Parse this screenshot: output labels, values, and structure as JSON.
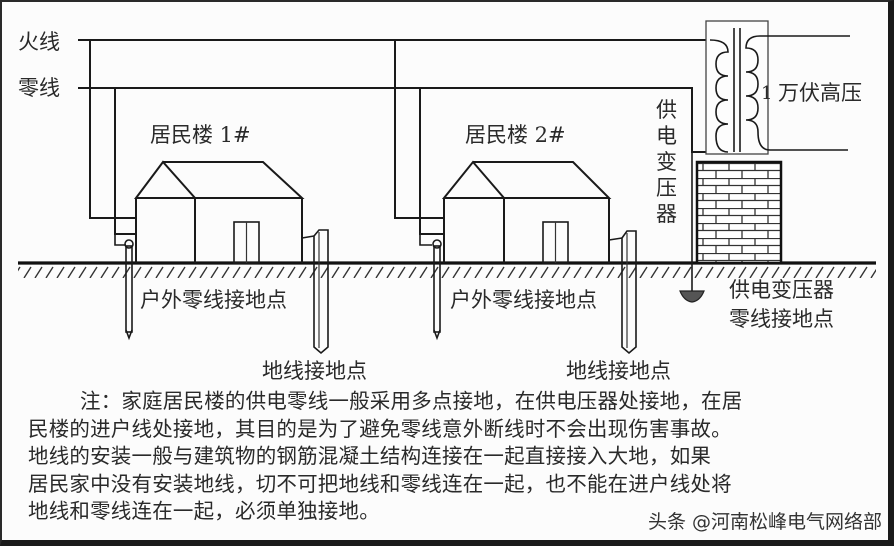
{
  "diagram": {
    "type": "electrical grounding schematic",
    "wires": {
      "live_label": "火线",
      "neutral_label": "零线"
    },
    "buildings": [
      {
        "label": "居民楼 1#"
      },
      {
        "label": "居民楼 2#"
      }
    ],
    "ground_labels": {
      "outdoor_neutral_ground": "户外零线接地点",
      "earth_ground": "地线接地点"
    },
    "transformer": {
      "vertical_label": [
        "供",
        "电",
        "变",
        "压",
        "器"
      ],
      "hv_label_number": "1",
      "hv_label_text": "万伏高压",
      "neutral_ground_label_line1": "供电变压器",
      "neutral_ground_label_line2": "零线接地点"
    },
    "note": {
      "lines": [
        "注：家庭居民楼的供电零线一般采用多点接地，在供电压器处接地，在居",
        "民楼的进户线处接地，其目的是为了避免零线意外断线时不会出现伤害事故。",
        "地线的安装一般与建筑物的钢筋混凝土结构连接在一起直接接入大地，如果",
        "居民家中没有安装地线，切不可把地线和零线连在一起，也不能在进户线处将",
        "地线和零线连在一起，必须单独接地。"
      ]
    },
    "watermark": "头条 @河南松峰电气网络部",
    "colors": {
      "ink": "#1a1a1a",
      "background": "#fcfcfc"
    }
  }
}
